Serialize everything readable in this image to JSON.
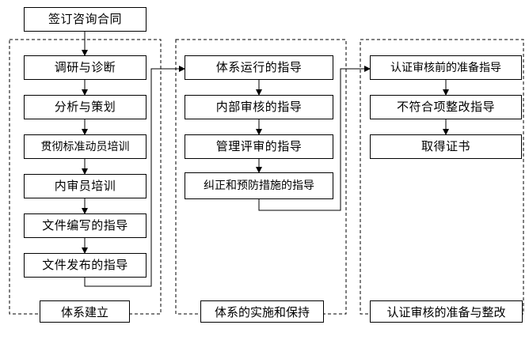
{
  "title": "签订咨询合同",
  "phases": [
    {
      "label": "体系建立",
      "steps": [
        "调研与诊断",
        "分析与策划",
        "贯彻标准动员培训",
        "内审员培训",
        "文件编写的指导",
        "文件发布的指导"
      ]
    },
    {
      "label": "体系的实施和保持",
      "steps": [
        "体系运行的指导",
        "内部审核的指导",
        "管理评审的指导",
        "纠正和预防措施的指导"
      ]
    },
    {
      "label": "认证审核的准备与整改",
      "steps": [
        "认证审核前的准备指导",
        "不符合项整改指导",
        "取得证书"
      ]
    }
  ]
}
